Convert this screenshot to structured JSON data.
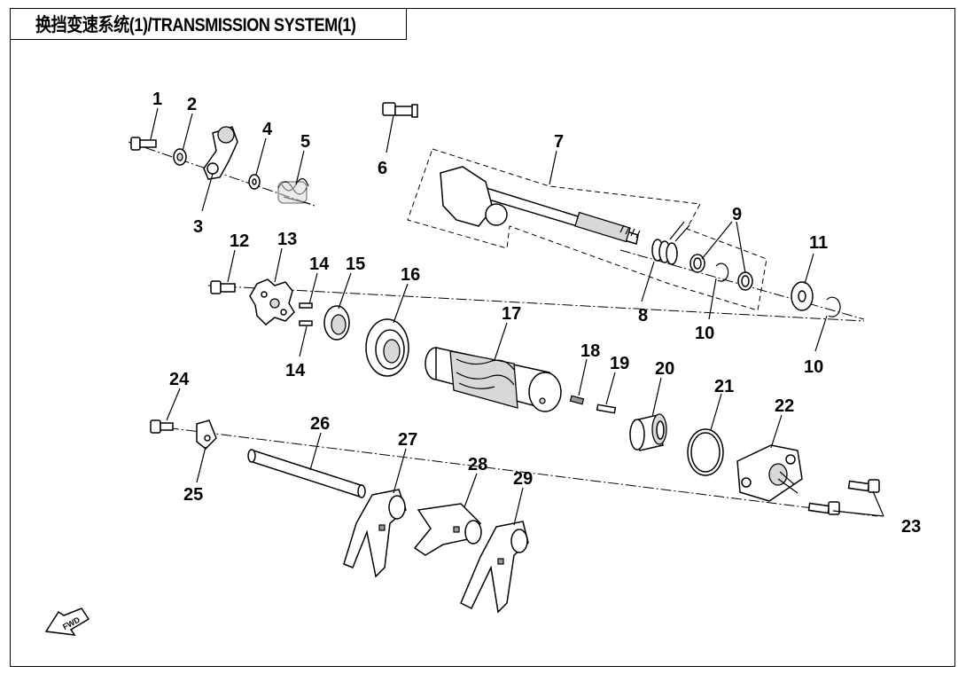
{
  "title": "换挡变速系统(1)/TRANSMISSION SYSTEM(1)",
  "fwd_label": "FWD",
  "callouts": [
    {
      "id": "c1",
      "label": "1"
    },
    {
      "id": "c2",
      "label": "2"
    },
    {
      "id": "c3",
      "label": "3"
    },
    {
      "id": "c4",
      "label": "4"
    },
    {
      "id": "c5",
      "label": "5"
    },
    {
      "id": "c6",
      "label": "6"
    },
    {
      "id": "c7",
      "label": "7"
    },
    {
      "id": "c8",
      "label": "8"
    },
    {
      "id": "c9",
      "label": "9"
    },
    {
      "id": "c10a",
      "label": "10"
    },
    {
      "id": "c10b",
      "label": "10"
    },
    {
      "id": "c11",
      "label": "11"
    },
    {
      "id": "c12",
      "label": "12"
    },
    {
      "id": "c13",
      "label": "13"
    },
    {
      "id": "c14a",
      "label": "14"
    },
    {
      "id": "c14b",
      "label": "14"
    },
    {
      "id": "c15",
      "label": "15"
    },
    {
      "id": "c16",
      "label": "16"
    },
    {
      "id": "c17",
      "label": "17"
    },
    {
      "id": "c18",
      "label": "18"
    },
    {
      "id": "c19",
      "label": "19"
    },
    {
      "id": "c20",
      "label": "20"
    },
    {
      "id": "c21",
      "label": "21"
    },
    {
      "id": "c22",
      "label": "22"
    },
    {
      "id": "c23",
      "label": "23"
    },
    {
      "id": "c24",
      "label": "24"
    },
    {
      "id": "c25",
      "label": "25"
    },
    {
      "id": "c26",
      "label": "26"
    },
    {
      "id": "c27",
      "label": "27"
    },
    {
      "id": "c28",
      "label": "28"
    },
    {
      "id": "c29",
      "label": "29"
    }
  ]
}
